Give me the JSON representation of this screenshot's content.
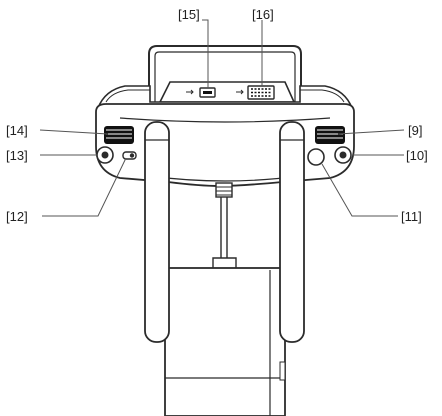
{
  "callouts": {
    "c15": "[15]",
    "c16": "[16]",
    "c14": "[14]",
    "c13": "[13]",
    "c12": "[12]",
    "c9": "[9]",
    "c10": "[10]",
    "c11": "[11]"
  },
  "colors": {
    "line": "#2b2b2b",
    "body": "#ffffff",
    "wheel": "#111111",
    "leader": "#555555"
  }
}
